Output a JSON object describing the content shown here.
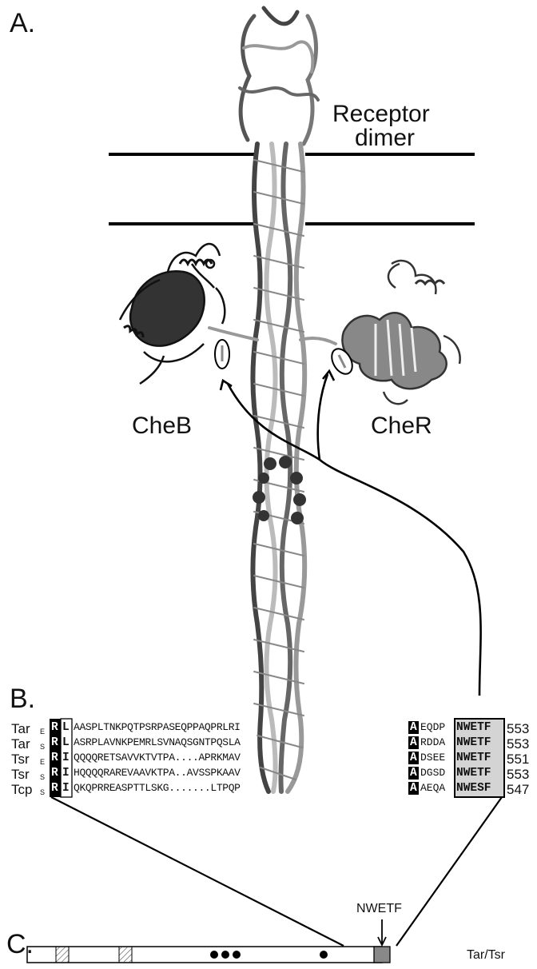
{
  "panels": {
    "a": "A.",
    "b": "B.",
    "c": "C."
  },
  "panel_a": {
    "receptor_line1": "Receptor",
    "receptor_line2": "dimer",
    "cheb": "CheB",
    "cher": "CheR"
  },
  "panel_b": {
    "rows": [
      {
        "name": "Tar",
        "sub": "E",
        "first": "R",
        "second": "L",
        "middle": "AASPLTNKPQTPSRPASEQPPAQPRLRI",
        "a": "A",
        "pre": "EQDP",
        "motif": "NWETF",
        "num": "553"
      },
      {
        "name": "Tar",
        "sub": "S",
        "first": "R",
        "second": "L",
        "middle": "ASRPLAVNKPEMRLSVNAQSGNTPQSLA",
        "a": "A",
        "pre": "RDDA",
        "motif": "NWETF",
        "num": "553"
      },
      {
        "name": "Tsr",
        "sub": "E",
        "first": "R",
        "second": "I",
        "middle": "QQQQRETSAVVKTVTPA....APRKMAV",
        "a": "A",
        "pre": "DSEE",
        "motif": "NWETF",
        "num": "551"
      },
      {
        "name": "Tsr",
        "sub": "S",
        "first": "R",
        "second": "I",
        "middle": "HQQQQRAREVAAVKTPA..AVSSPKAAV",
        "a": "A",
        "pre": "DGSD",
        "motif": "NWETF",
        "num": "553"
      },
      {
        "name": "Tcp",
        "sub": "S",
        "first": "R",
        "second": "I",
        "middle": "QKQPRREASPTTLSKG.......LTPQP",
        "a": "A",
        "pre": "AEQA",
        "motif": "NWESF",
        "num": "547"
      }
    ]
  },
  "panel_c": {
    "motif_label": "NWETF",
    "protein_label": "Tar/Tsr"
  }
}
